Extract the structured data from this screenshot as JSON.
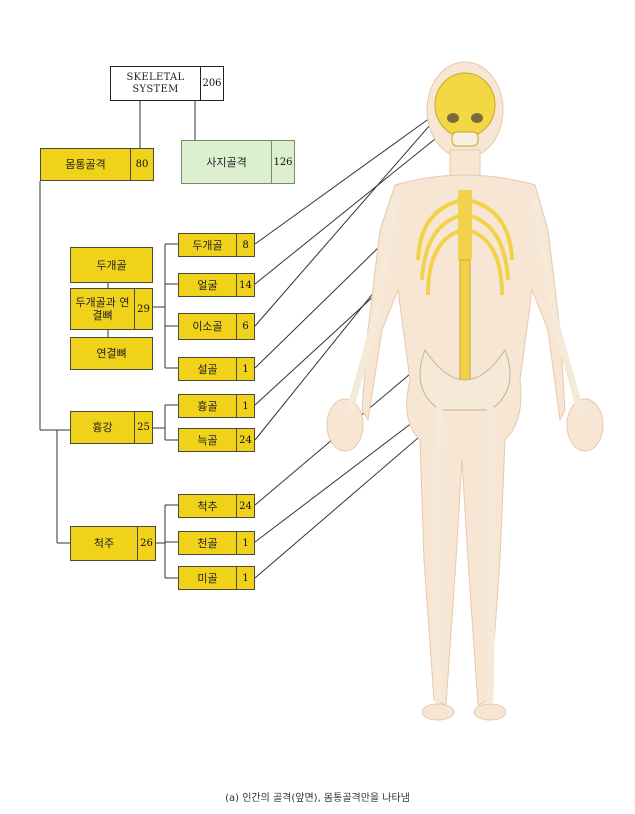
{
  "root": {
    "label_line1": "SKELETAL",
    "label_line2": "SYSTEM",
    "count": "206"
  },
  "axial": {
    "label": "몸통골격",
    "count": "80"
  },
  "appendicular": {
    "label": "사지골격",
    "count": "126"
  },
  "groups": {
    "skull_group": {
      "label": "두개골"
    },
    "skull_assoc": {
      "label": "두개골과 연결뼈",
      "count": "29"
    },
    "assoc_bones": {
      "label": "연결뼈"
    },
    "thorax": {
      "label": "흉강",
      "count": "25"
    },
    "vertebral": {
      "label": "척주",
      "count": "26"
    }
  },
  "leaves": [
    {
      "label": "두개골",
      "count": "8"
    },
    {
      "label": "얼굴",
      "count": "14"
    },
    {
      "label": "이소골",
      "count": "6"
    },
    {
      "label": "설골",
      "count": "1"
    },
    {
      "label": "흉골",
      "count": "1"
    },
    {
      "label": "늑골",
      "count": "24"
    },
    {
      "label": "척추",
      "count": "24"
    },
    {
      "label": "천골",
      "count": "1"
    },
    {
      "label": "미골",
      "count": "1"
    }
  ],
  "caption": "(a) 인간의 골격(앞면), 몸통골격만을 나타냄"
}
